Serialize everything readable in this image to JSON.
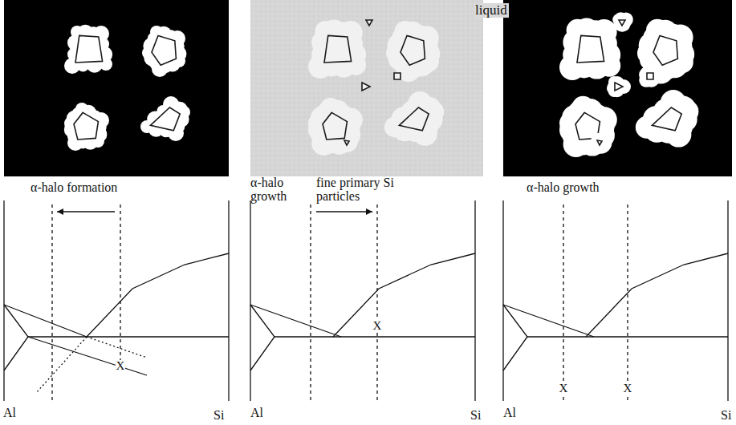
{
  "diagram": {
    "labels": [
      "liquid",
      "α-halo formation",
      "α-halo growth",
      "fine primary Si particles",
      "α-halo growth",
      "Al",
      "Si",
      "Al",
      "Si",
      "Al",
      "Si",
      "X",
      "X",
      "X",
      "X"
    ]
  }
}
